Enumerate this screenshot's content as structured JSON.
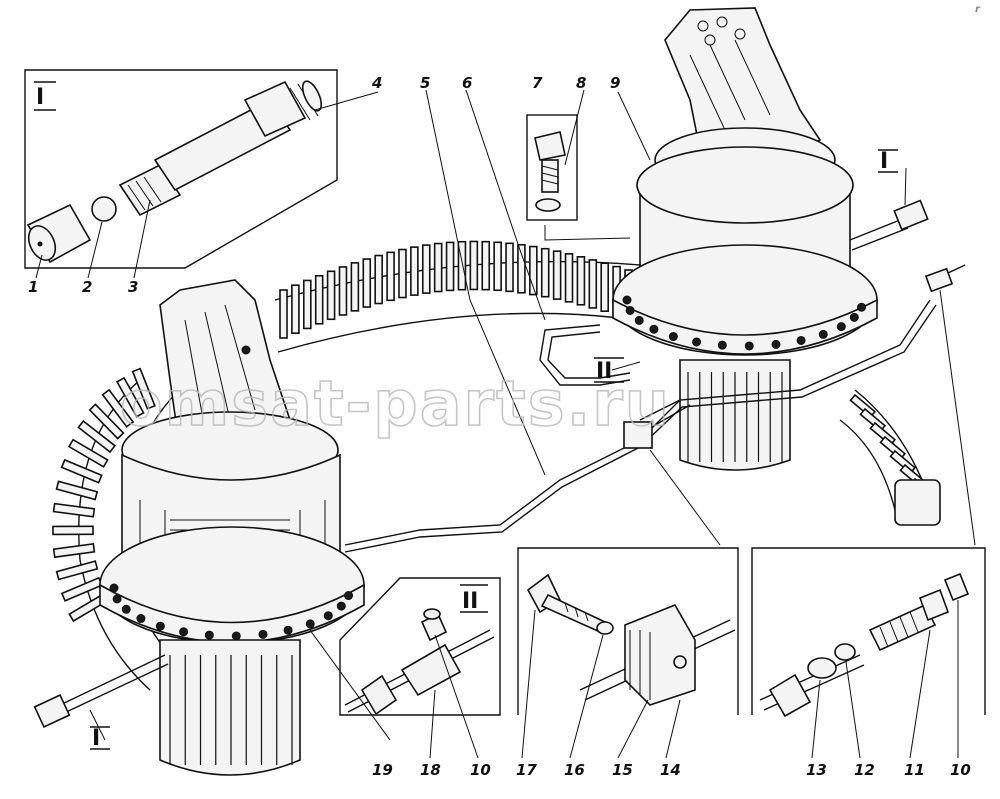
{
  "watermark": "omsat-parts.ru",
  "views": {
    "view_I": "I",
    "view_II": "II"
  },
  "callouts": {
    "n1": "1",
    "n2": "2",
    "n3": "3",
    "n4": "4",
    "n5": "5",
    "n6": "6",
    "n7": "7",
    "n8": "8",
    "n9": "9",
    "n10a": "10",
    "n10b": "10",
    "n11": "11",
    "n12": "12",
    "n13": "13",
    "n14": "14",
    "n15": "15",
    "n16": "16",
    "n17": "17",
    "n18": "18",
    "n19": "19"
  },
  "markers": {
    "section_I_right": "I",
    "section_I_left": "I",
    "section_II": "II"
  },
  "corner_mark": "r"
}
